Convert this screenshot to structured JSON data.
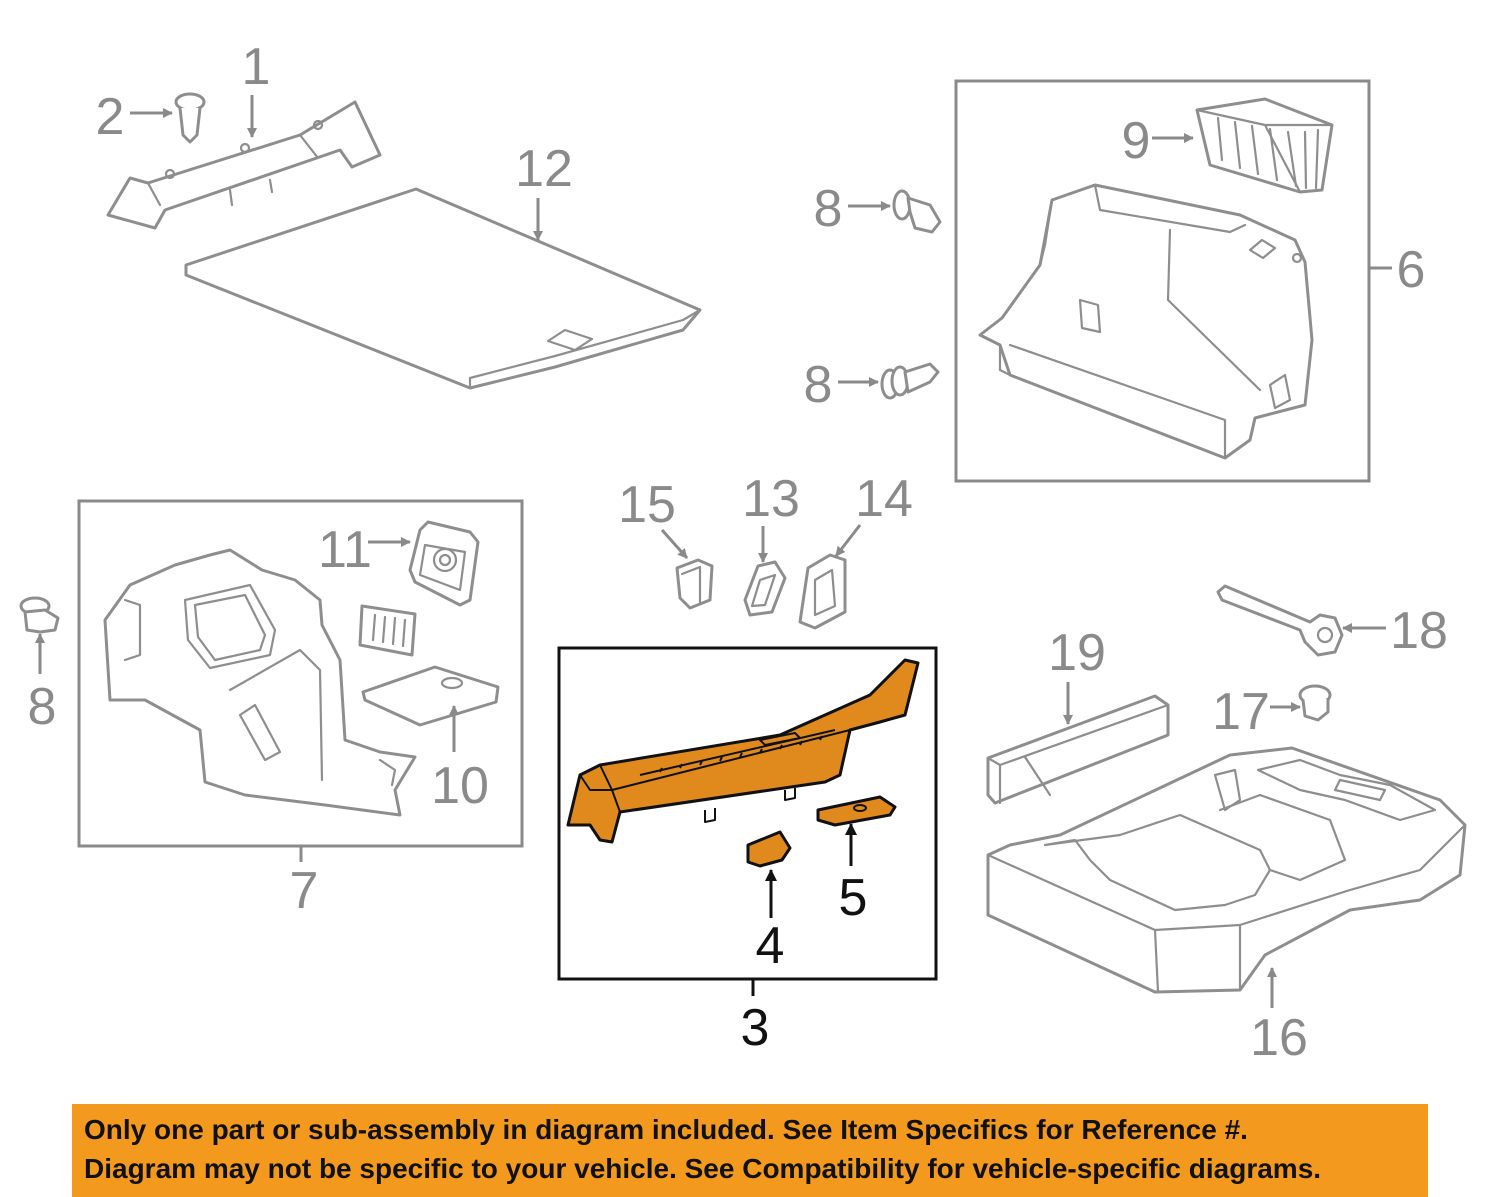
{
  "colors": {
    "highlight": "#e08a1e",
    "banner": "#f39a1e",
    "line_gray": "#8e8e8e",
    "text_gray": "#8a8a8a"
  },
  "callouts": {
    "c1": "1",
    "c2": "2",
    "c3": "3",
    "c4": "4",
    "c5": "5",
    "c6": "6",
    "c7": "7",
    "c8a": "8",
    "c8b": "8",
    "c8c": "8",
    "c9": "9",
    "c10": "10",
    "c11": "11",
    "c12": "12",
    "c13": "13",
    "c14": "14",
    "c15": "15",
    "c16": "16",
    "c17": "17",
    "c18": "18",
    "c19": "19"
  },
  "banner": {
    "line1": "Only one part or sub-assembly in diagram included. See Item Specifics for Reference #.",
    "line2": "Diagram may not be specific to your vehicle. See Compatibility for vehicle-specific diagrams."
  }
}
